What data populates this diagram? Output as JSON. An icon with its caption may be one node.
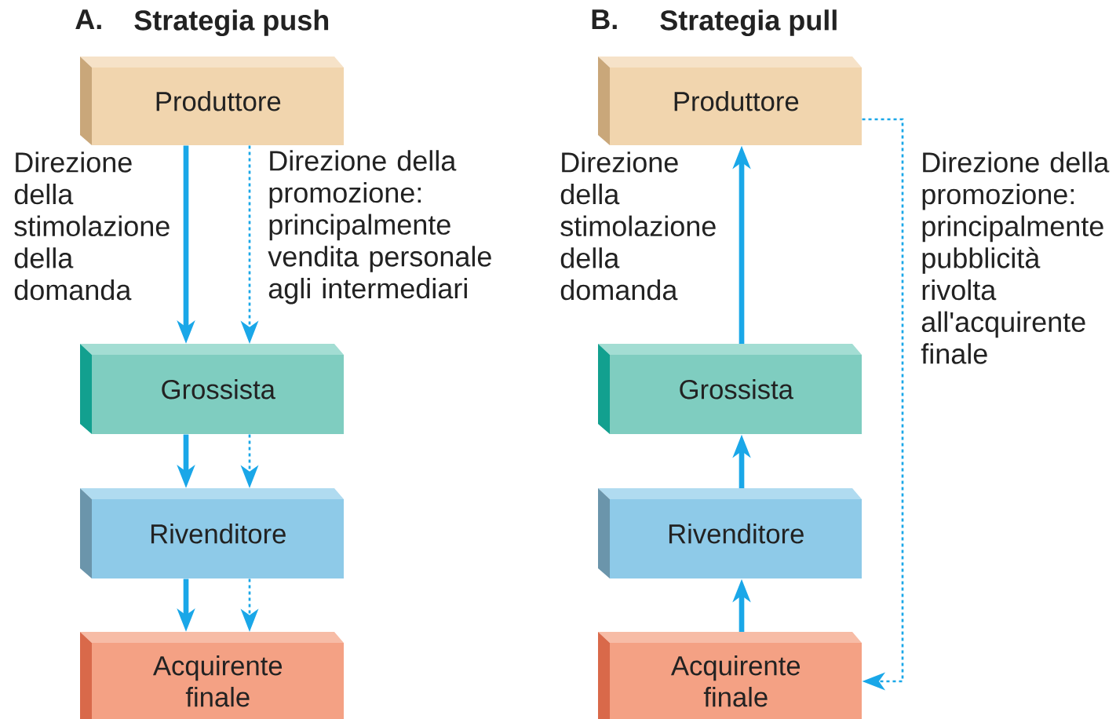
{
  "diagram": {
    "nodes": [
      {
        "text": [
          "Produttore"
        ]
      },
      {
        "text": [
          "Grossista"
        ]
      },
      {
        "text": [
          "Rivenditore"
        ]
      },
      {
        "text": [
          "Acquirente finale"
        ]
      },
      {
        "text": [
          "Produttore"
        ]
      },
      {
        "text": [
          "Grossista"
        ]
      },
      {
        "text": [
          "Rivenditore"
        ]
      },
      {
        "text": [
          "Acquirente finale"
        ]
      }
    ],
    "edges": [
      {
        "from": 0,
        "to": 1,
        "arrow": "to"
      },
      {
        "from": 0,
        "to": 1,
        "arrow": "to",
        "style": "dashed"
      },
      {
        "from": 1,
        "to": 2,
        "arrow": "to"
      },
      {
        "from": 1,
        "to": 2,
        "arrow": "to",
        "style": "dashed"
      },
      {
        "from": 2,
        "to": 3,
        "arrow": "to"
      },
      {
        "from": 2,
        "to": 3,
        "arrow": "to",
        "style": "dashed"
      },
      {
        "from": 5,
        "to": 4,
        "arrow": "to"
      },
      {
        "from": 6,
        "to": 5,
        "arrow": "to"
      },
      {
        "from": 7,
        "to": 6,
        "arrow": "to"
      },
      {
        "from": 4,
        "to": 7,
        "arrow": "to",
        "style": "dashed"
      }
    ],
    "labels": [
      "A.",
      "Strategia push",
      "B.",
      "Strategia pull",
      "Direzione della stimolazione della domanda",
      "Direzione della promozione: principalmente vendita personale agli intermediari",
      "Direzione della stimolazione della domanda",
      "Direzione della promozione: principalmente pubblicità rivolta all'acquirente finale"
    ]
  }
}
